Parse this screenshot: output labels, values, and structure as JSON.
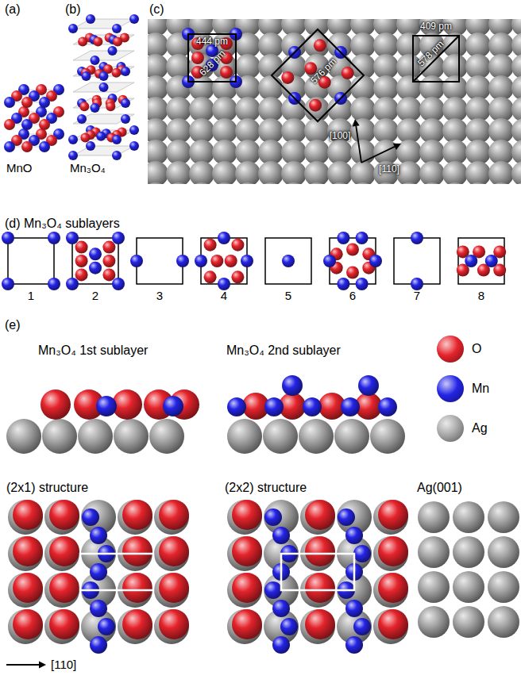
{
  "diagram": {
    "labels": [
      "(a)",
      "(b)",
      "(c)",
      "444 pm",
      "628 pm",
      "576 pm",
      "409 pm",
      "578 pm",
      "[100]",
      "[110]",
      "MnO",
      "Mn₃O₄",
      "(d) Mn₃O₄ sublayers",
      "1",
      "2",
      "3",
      "4",
      "5",
      "6",
      "7",
      "8",
      "(e)",
      "Mn₃O₄ 1st sublayer",
      "Mn₃O₄ 2nd sublayer",
      "(2x1) structure",
      "(2x2) structure",
      "Ag(001)",
      "[110]"
    ],
    "legend": [
      {
        "text": "O",
        "color": "#e5232b"
      },
      {
        "text": "Mn",
        "color": "#2424e6"
      },
      {
        "text": "Ag",
        "color": "#a9a9a9"
      }
    ]
  }
}
